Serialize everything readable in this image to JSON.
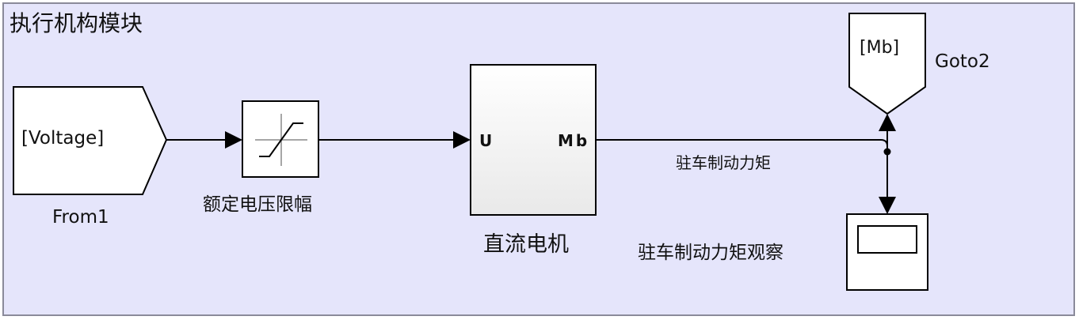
{
  "area": {
    "title": "执行机构模块"
  },
  "blocks": {
    "from": {
      "tag": "[Voltage]",
      "name": "From1"
    },
    "saturation": {
      "name": "额定电压限幅"
    },
    "motor": {
      "name": "直流电机",
      "in_port": "U",
      "out_port": "Mb"
    },
    "goto": {
      "tag": "[Mb]",
      "name": "Goto2"
    },
    "scope": {
      "name": "驻车制动力矩观察"
    }
  },
  "signals": {
    "mb_label": "驻车制动力矩"
  },
  "colors": {
    "area_bg": "#e5e5fb",
    "block_fill": "#ffffff",
    "line": "#000000"
  },
  "icons": [
    "saturation-icon",
    "scope-screen-icon"
  ]
}
